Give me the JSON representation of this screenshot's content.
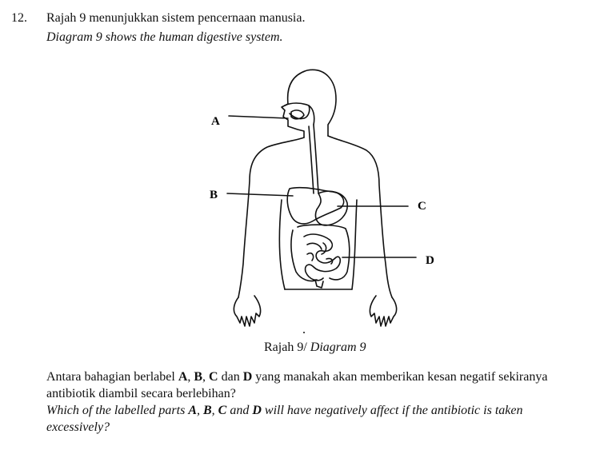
{
  "question": {
    "number": "12.",
    "intro_malay": "Rajah 9 menunjukkan sistem pencernaan manusia.",
    "intro_english": "Diagram 9 shows the human digestive system."
  },
  "diagram": {
    "labels": [
      "A",
      "B",
      "C",
      "D"
    ],
    "caption_malay": "Rajah 9/ ",
    "caption_english": "Diagram 9"
  },
  "prompt": {
    "malay_line1_a": "Antara bahagian berlabel ",
    "malay_line1_b": ", ",
    "malay_line1_c": ", ",
    "malay_line1_d": " dan ",
    "malay_line1_e": " yang manakah akan memberikan kesan negatif sekiranya",
    "malay_line2": "antibiotik diambil secara berlebihan?",
    "english_line1_a": "Which of the labelled parts ",
    "english_line1_b": ", ",
    "english_line1_c": ", ",
    "english_line1_d": " and ",
    "english_line1_e": " will have negatively affect if the antibiotic is taken",
    "english_line2": "excessively?"
  }
}
